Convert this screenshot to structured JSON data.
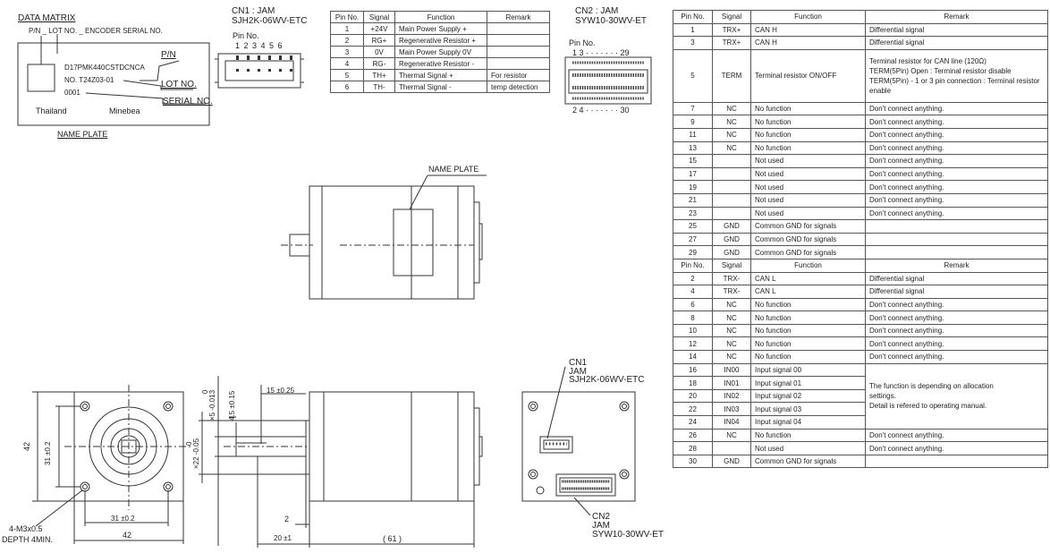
{
  "name_plate": {
    "data_matrix_label": "DATA MATRIX",
    "sub_label": "P/N _ LOT NO. _ ENCODER SERIAL NO.",
    "pn_text": "D17PMK440CSTDCNCA",
    "lot_text": "NO.  T24Z03-01",
    "serial_text": "0001",
    "country": "Thailand",
    "maker": "Minebea",
    "pn_label": "P/N",
    "lot_label": "LOT NO.",
    "serial_label": "SERIAL NO.",
    "caption": "NAME PLATE"
  },
  "cn1": {
    "title1": "CN1 : JAM",
    "title2": "SJH2K-06WV-ETC",
    "pin_label": "Pin No.",
    "pin_numbers": "1 2 3 4 5 6"
  },
  "cn2": {
    "title1": "CN2 : JAM",
    "title2": "SYW10-30WV-ET",
    "pin_label": "Pin No.",
    "pin_top": "1 3 · · · · · · · 29",
    "pin_bottom": "2 4 · · · · · · · 30"
  },
  "cn1_table": {
    "headers": [
      "Pin No.",
      "Signal",
      "Function",
      "Remark"
    ],
    "rows": [
      [
        "1",
        "+24V",
        "Main Power Supply  +"
      ],
      [
        "2",
        "RG+",
        "Regenerative Resistor +"
      ],
      [
        "3",
        "0V",
        "Main Power Supply  0V"
      ],
      [
        "4",
        "RG-",
        "Regenerative Resistor -"
      ],
      [
        "5",
        "TH+",
        "Thermal Signal +"
      ],
      [
        "6",
        "TH-",
        "Thermal Signal -"
      ]
    ],
    "remark_5": "For resistor",
    "remark_6": "temp detection"
  },
  "odd_table": {
    "headers": [
      "Pin No.",
      "Signal",
      "Function",
      "Remark"
    ],
    "rows": [
      [
        "1",
        "TRX+",
        "CAN H",
        "Differential signal"
      ],
      [
        "3",
        "TRX+",
        "CAN H",
        "Differential signal"
      ],
      [
        "7",
        "NC",
        "No function",
        "Don't connect anything."
      ],
      [
        "9",
        "NC",
        "No function",
        "Don't connect anything."
      ],
      [
        "11",
        "NC",
        "No function",
        "Don't connect anything."
      ],
      [
        "13",
        "NC",
        "No function",
        "Don't connect anything."
      ],
      [
        "15",
        "",
        "Not used",
        "Don't connect anything."
      ],
      [
        "17",
        "",
        "Not used",
        "Don't connect anything."
      ],
      [
        "19",
        "",
        "Not used",
        "Don't connect anything."
      ],
      [
        "21",
        "",
        "Not used",
        "Don't connect anything."
      ],
      [
        "23",
        "",
        "Not used",
        "Don't connect anything."
      ],
      [
        "25",
        "GND",
        "Common GND for signals",
        ""
      ],
      [
        "27",
        "GND",
        "Common GND for signals",
        ""
      ],
      [
        "29",
        "GND",
        "Common GND for signals",
        ""
      ]
    ],
    "term_row": {
      "pin": "5",
      "signal": "TERM",
      "function": "Terminal resistor ON/OFF",
      "remark": [
        "Terminal resistor for CAN line (120Ω)",
        "TERM(5Pin) Open : Terminal resistor disable",
        "TERM(5Pin) - 1 or 3 pin connection : Terminal resistor enable"
      ]
    }
  },
  "even_table": {
    "headers": [
      "Pin No.",
      "Signal",
      "Function",
      "Remark"
    ],
    "rows": [
      [
        "2",
        "TRX-",
        "CAN L",
        "Differential signal"
      ],
      [
        "4",
        "TRX-",
        "CAN L",
        "Differential signal"
      ],
      [
        "6",
        "NC",
        "No function",
        "Don't connect anything."
      ],
      [
        "8",
        "NC",
        "No function",
        "Don't connect anything."
      ],
      [
        "10",
        "NC",
        "No function",
        "Don't connect anything."
      ],
      [
        "12",
        "NC",
        "No function",
        "Don't connect anything."
      ],
      [
        "14",
        "NC",
        "No function",
        "Don't connect anything."
      ]
    ],
    "input_rows": [
      [
        "16",
        "IN00",
        "Input signal 00"
      ],
      [
        "18",
        "IN01",
        "Input signal 01"
      ],
      [
        "20",
        "IN02",
        "Input signal 02"
      ],
      [
        "22",
        "IN03",
        "Input signal 03"
      ],
      [
        "24",
        "IN04",
        "Input signal 04"
      ]
    ],
    "input_remark": [
      "The function is depending on allocation",
      "settings.",
      "Detail is refered to operating manual."
    ],
    "tail_rows": [
      [
        "26",
        "NC",
        "No function",
        "Don't connect anything."
      ],
      [
        "28",
        "",
        "Not used",
        "Don't connect anything."
      ],
      [
        "30",
        "GND",
        "Common GND for signals",
        ""
      ]
    ]
  },
  "side_view": {
    "name_plate_label": "NAME PLATE"
  },
  "dimensions": {
    "dim_42_v": "42",
    "dim_31_v": "31 ±0.2",
    "dim_31_h": "31 ±0.2",
    "dim_42_h": "42",
    "dim_hole": "4-M3x0.5",
    "dim_depth": "DEPTH 4MIN.",
    "dim_shaft": "×5 -0.013",
    "dim_shaft_tol": "0",
    "dim_45": "4.5 ±0.15",
    "dim_15": "15 ±0.25",
    "dim_pilot": "×22 -0.05",
    "dim_pilot_tol": "0",
    "dim_2": "2",
    "dim_20": "20 ±1",
    "dim_61": "( 61 )"
  },
  "back_view": {
    "cn1_callout": [
      "CN1",
      "JAM",
      "SJH2K-06WV-ETC"
    ],
    "cn2_callout": [
      "CN2",
      "JAM",
      "SYW10-30WV-ET"
    ]
  }
}
